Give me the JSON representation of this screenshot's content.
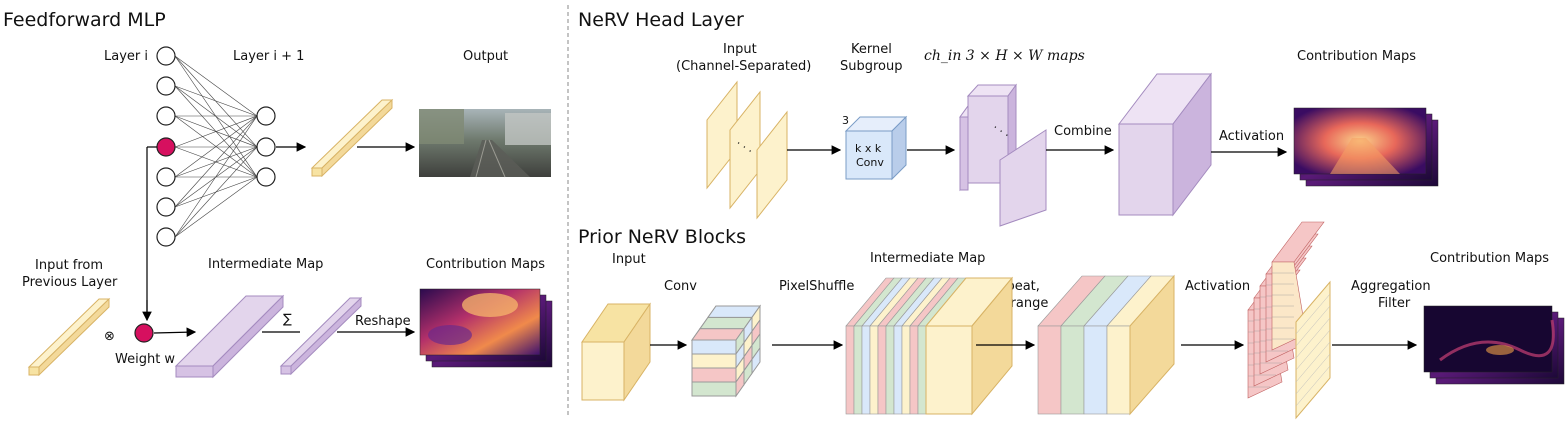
{
  "left": {
    "title": "Feedforward MLP",
    "layer_i": "Layer i",
    "layer_i1": "Layer i + 1",
    "output": "Output",
    "input_prev_1": "Input from",
    "input_prev_2": "Previous Layer",
    "intermediate_map": "Intermediate Map",
    "contribution_maps": "Contribution Maps",
    "sum_symbol": "∑",
    "reshape": "Reshape",
    "weight": "Weight w",
    "otimes": "⊗"
  },
  "head": {
    "title": "NeRV Head Layer",
    "input_1": "Input",
    "input_2": "(Channel-Separated)",
    "kernel_1": "Kernel",
    "kernel_2": "Subgroup",
    "maps_formula": "ch_in  3 × H × W maps",
    "kernel_count": "3",
    "conv_1": "k x k",
    "conv_2": "Conv",
    "combine": "Combine",
    "activation": "Activation",
    "contribution_maps": "Contribution Maps",
    "dots": "· · ·"
  },
  "prior": {
    "title": "Prior NeRV Blocks",
    "input": "Input",
    "conv": "Conv",
    "pixelshuffle": "PixelShuffle",
    "intermediate_map": "Intermediate Map",
    "repeat_1": "Repeat,",
    "repeat_2": "Rearrange",
    "activation": "Activation",
    "agg_1": "Aggregation",
    "agg_2": "Filter",
    "contribution_maps": "Contribution Maps"
  },
  "colors": {
    "yellow": "#fdf2cc",
    "yellow_stroke": "#d8b365",
    "purple": "#e3d5ec",
    "purple_stroke": "#a48bbf",
    "blue": "#d9e8fa",
    "blue_stroke": "#7a9cc6",
    "red": "#f5c6c6",
    "green": "#d3e6cf",
    "magenta_node": "#d6105f"
  }
}
